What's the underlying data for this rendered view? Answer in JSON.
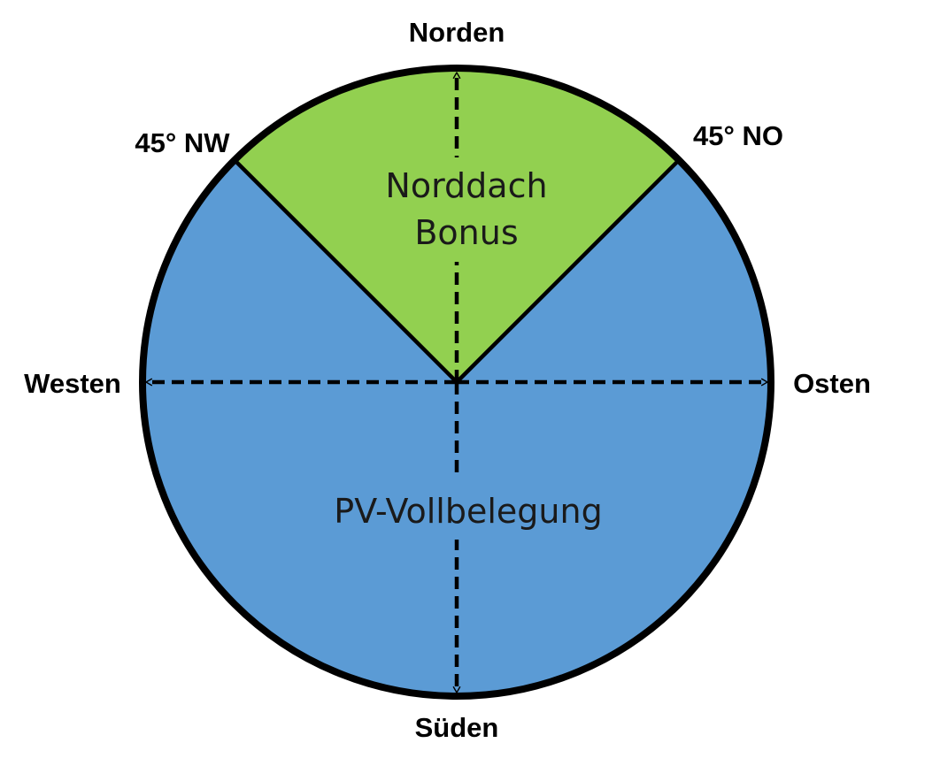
{
  "directions": {
    "north": "Norden",
    "south": "Süden",
    "west": "Westen",
    "east": "Osten",
    "northwest_45": "45° NW",
    "northeast_45": "45° NO"
  },
  "sectors": {
    "north_sector_line1": "Norddach",
    "north_sector_line2": "Bonus",
    "main_sector": "PV-Vollbelegung"
  },
  "colors": {
    "north_sector": "#92D050",
    "main_sector": "#5B9BD5",
    "outline": "#000000"
  }
}
